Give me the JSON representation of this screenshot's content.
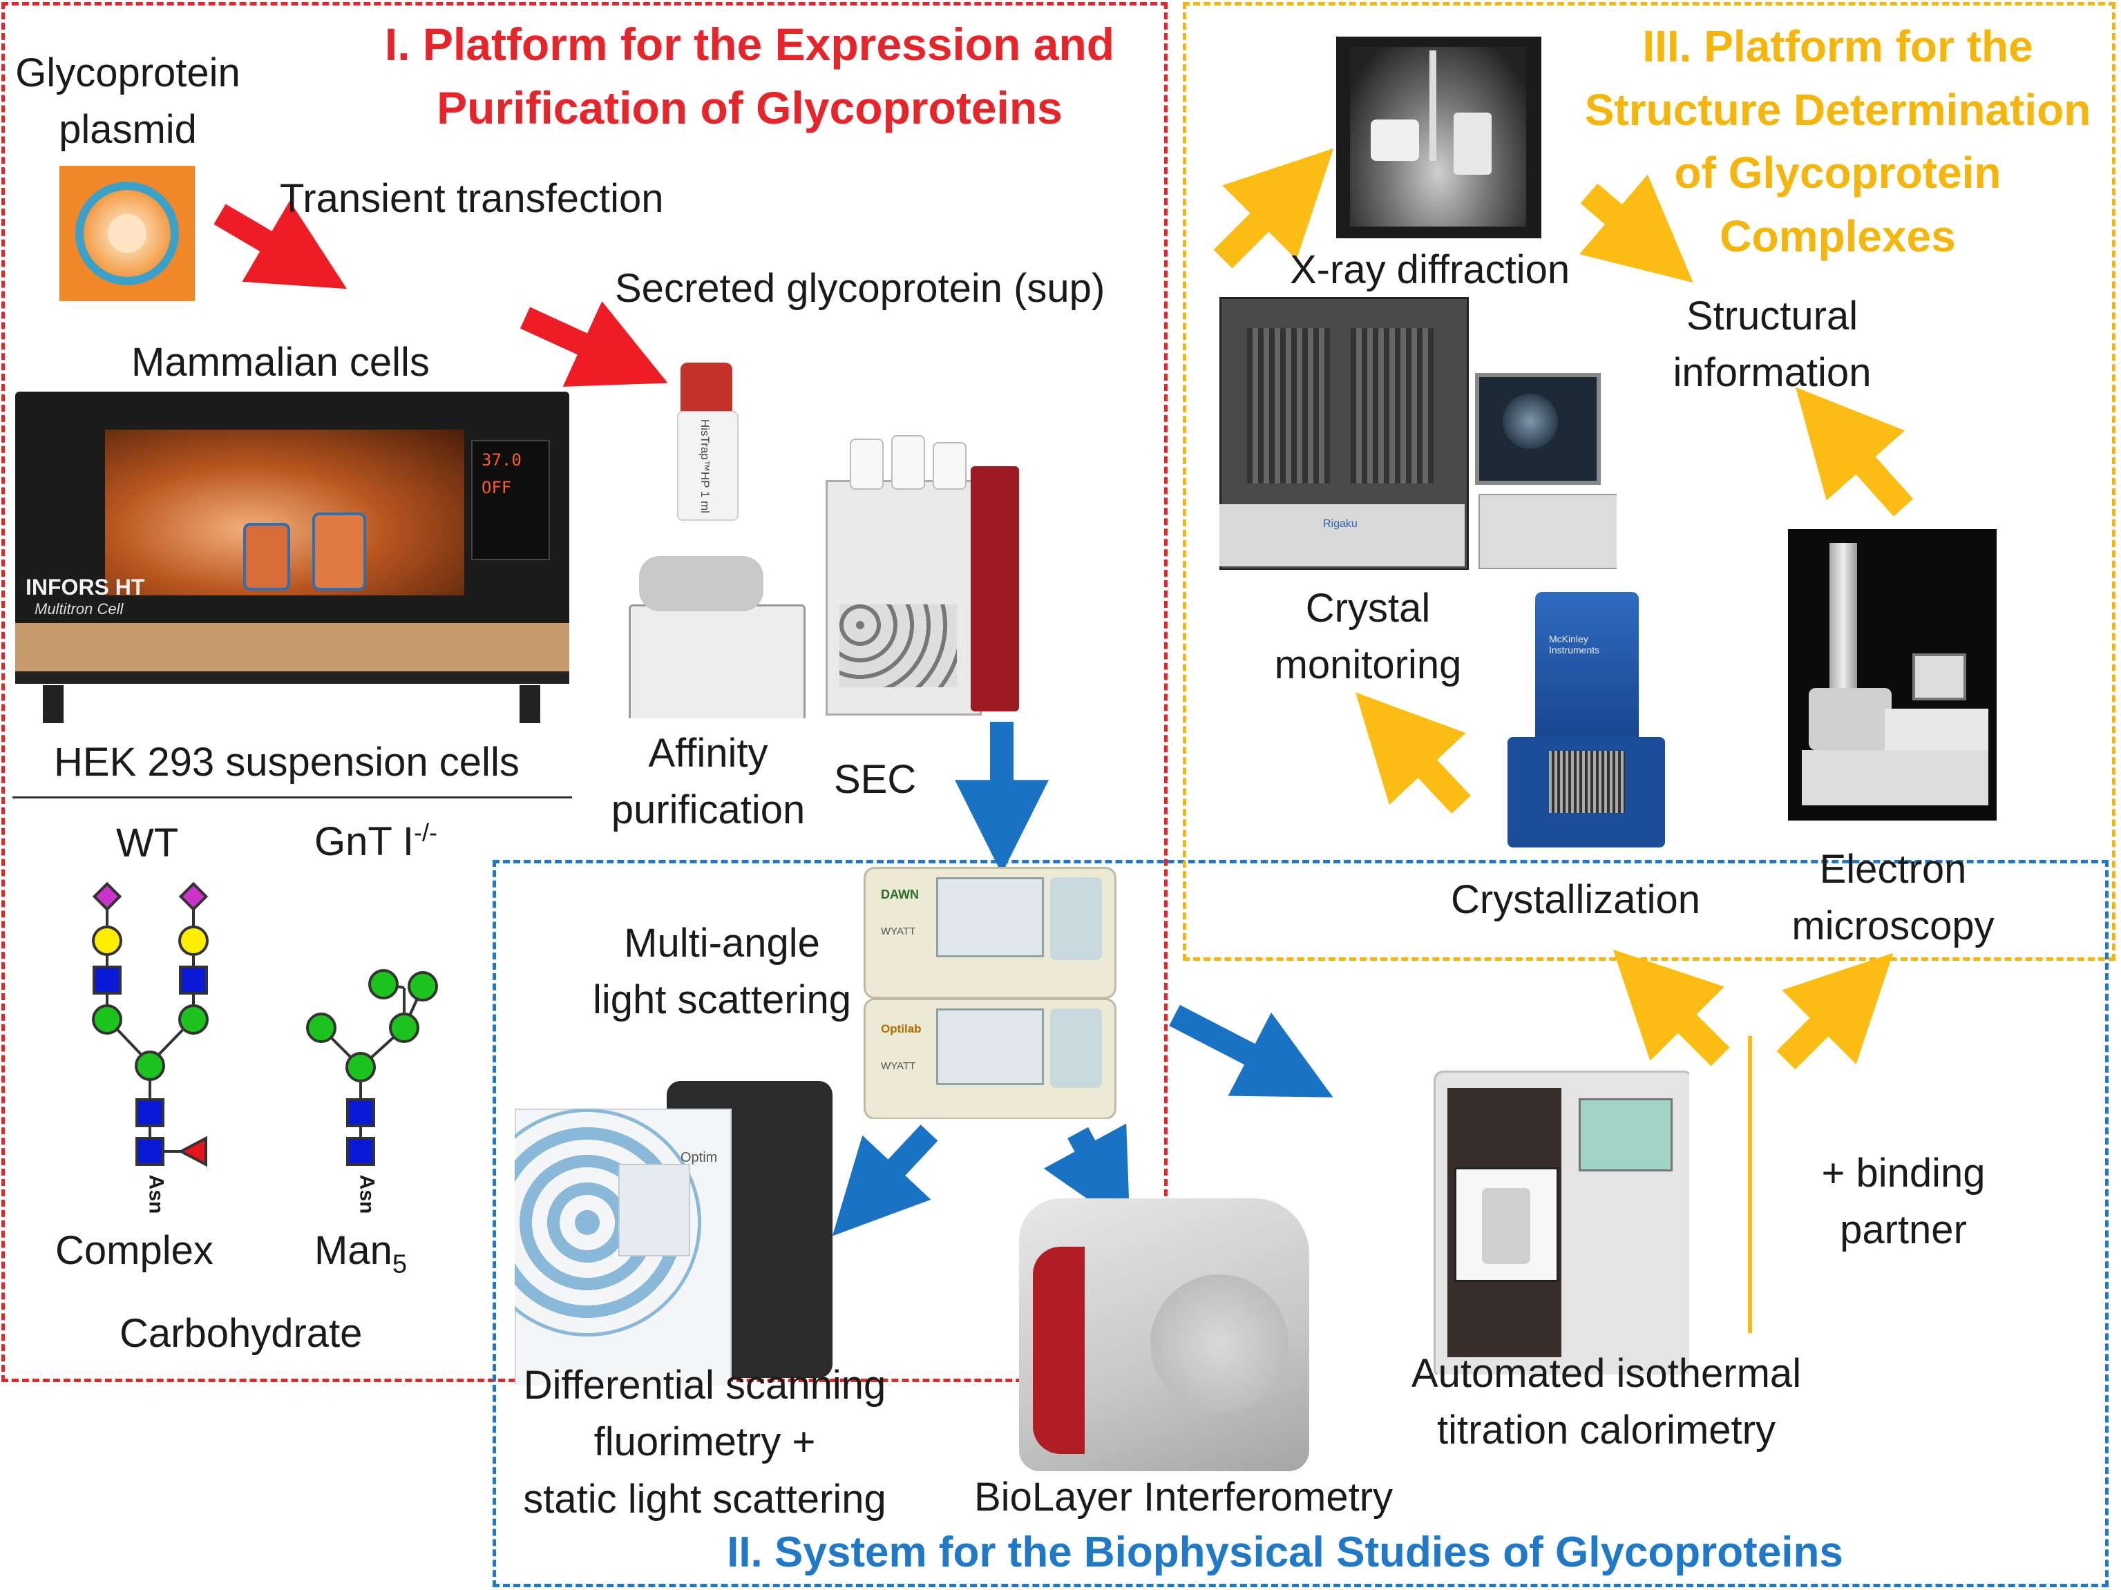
{
  "panels": {
    "platform_expression": {
      "title_line1": "I. Platform for the Expression and",
      "title_line2": "Purification of Glycoproteins",
      "color": "#e8242b"
    },
    "system_biophysical": {
      "title": "II. System for the Biophysical Studies of Glycoproteins",
      "color": "#1f78c8"
    },
    "platform_structure": {
      "title_line1": "III. Platform for the",
      "title_line2": "Structure Determination",
      "title_line3": "of Glycoprotein",
      "title_line4": "Complexes",
      "color": "#f5b50a"
    }
  },
  "labels": {
    "glycoprotein_plasmid_1": "Glycoprotein",
    "glycoprotein_plasmid_2": "plasmid",
    "transient_transfection": "Transient transfection",
    "secreted_glycoprotein": "Secreted glycoprotein (sup)",
    "mammalian_cells": "Mammalian cells",
    "hek293": "HEK 293 suspension cells",
    "affinity_1": "Affinity",
    "affinity_2": "purification",
    "sec": "SEC",
    "wt": "WT",
    "gnt_main": "GnT I",
    "gnt_sup": "-/-",
    "complex": "Complex",
    "man_main": "Man",
    "man_sub": "5",
    "carbohydrate": "Carbohydrate",
    "asn": "Asn",
    "xray": "X-ray diffraction",
    "structural_1": "Structural",
    "structural_2": "information",
    "crystal_1": "Crystal",
    "crystal_2": "monitoring",
    "crystallization": "Crystallization",
    "em_1": "Electron",
    "em_2": "microscopy",
    "mals_1": "Multi-angle",
    "mals_2": "light scattering",
    "dsf_1": "Differential scanning",
    "dsf_2": "fluorimetry +",
    "dsf_3": "static light scattering",
    "bli": "BioLayer Interferometry",
    "itc_1": "Automated isothermal",
    "itc_2": "titration calorimetry",
    "binding_1": "+ binding",
    "binding_2": "partner"
  },
  "device_text": {
    "incubator_brand": "INFORS HT",
    "incubator_model": "Multitron Cell",
    "incubator_temp": "37.0",
    "incubator_status": "OFF",
    "column_label": "HisTrap™HP 1 ml",
    "mals_top_brand": "DAWN",
    "mals_bottom_brand": "Optilab",
    "wyatt": "WYATT",
    "optim": "Optim",
    "crystallization_brand": "McKinley Instruments",
    "rigaku": "Rigaku"
  },
  "colors": {
    "red_arrow": "#ee1c24",
    "blue_arrow": "#1a72c4",
    "yellow_arrow": "#fbbd13",
    "glycan_purple": "#cc33cc",
    "glycan_yellow": "#ffee00",
    "glycan_blue": "#0a19d6",
    "glycan_green": "#1dc41d",
    "glycan_red": "#e8141c"
  }
}
